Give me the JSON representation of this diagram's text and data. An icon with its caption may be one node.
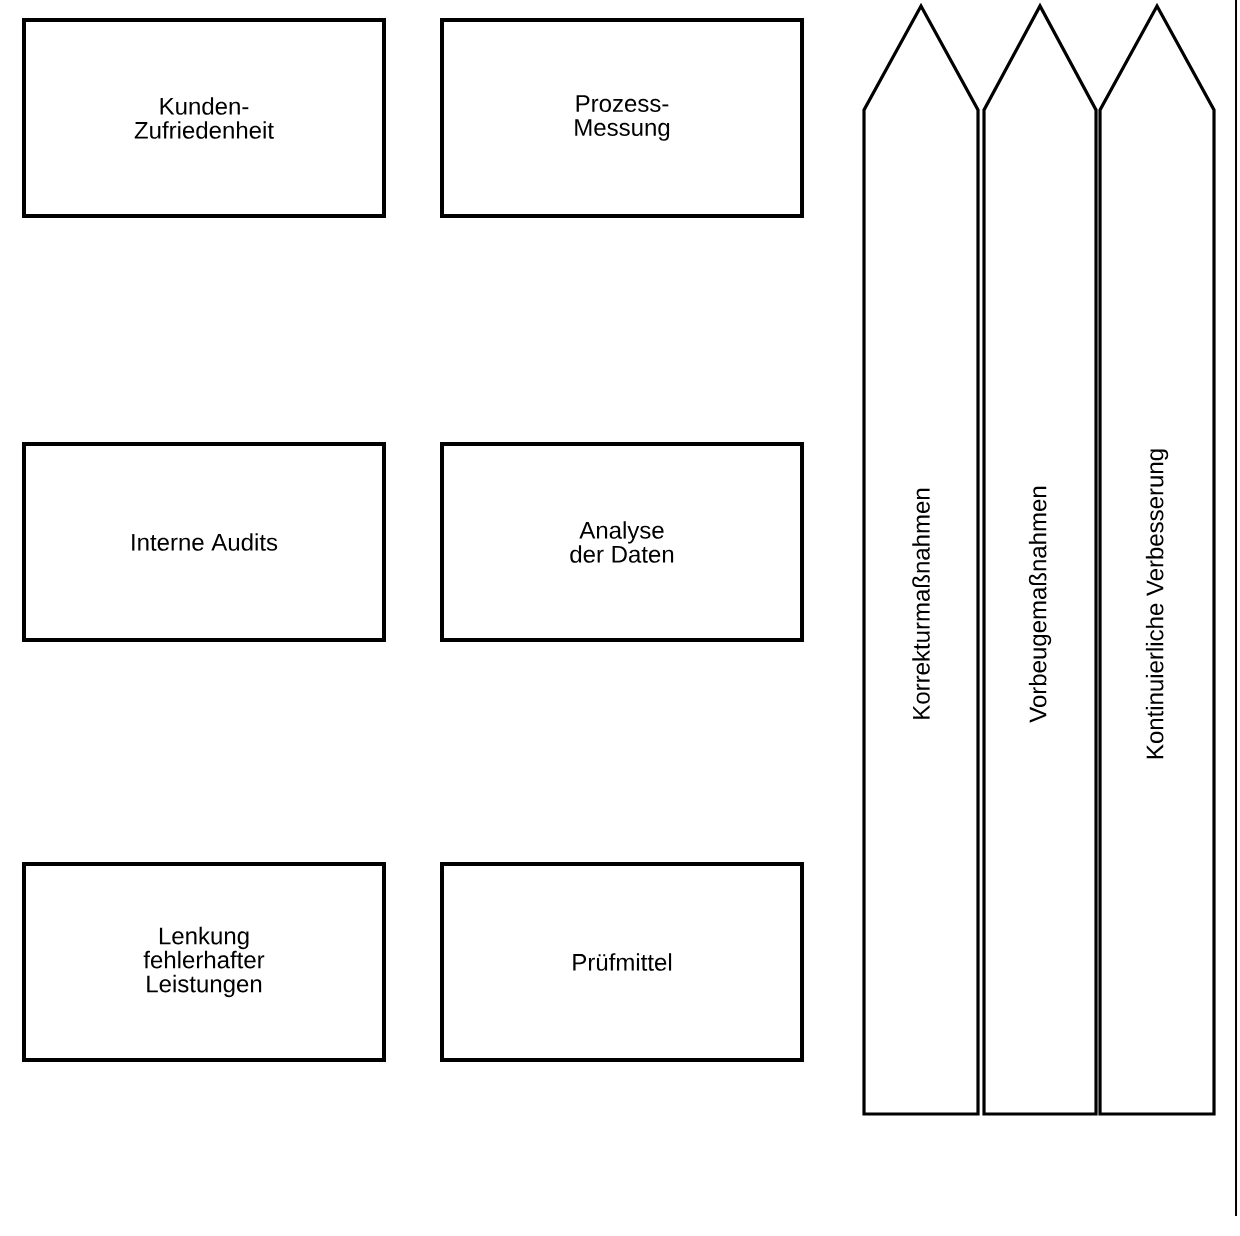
{
  "diagram": {
    "nodes": [
      {
        "text": [
          "Kunden-Zufriedenheit"
        ]
      },
      {
        "text": [
          "Prozess-Messung"
        ]
      },
      {
        "text": [
          "Interne Audits"
        ]
      },
      {
        "text": [
          "Analyse der Daten"
        ]
      },
      {
        "text": [
          "Lenkung fehlerhafter Leistungen"
        ]
      },
      {
        "text": [
          "Prüfmittel"
        ]
      },
      {
        "text": [
          "Korrekturmaßnahmen"
        ]
      },
      {
        "text": [
          "Vorbeugemaßnahmen"
        ]
      },
      {
        "text": [
          "Kontinuierliche Verbesserung"
        ]
      }
    ]
  }
}
